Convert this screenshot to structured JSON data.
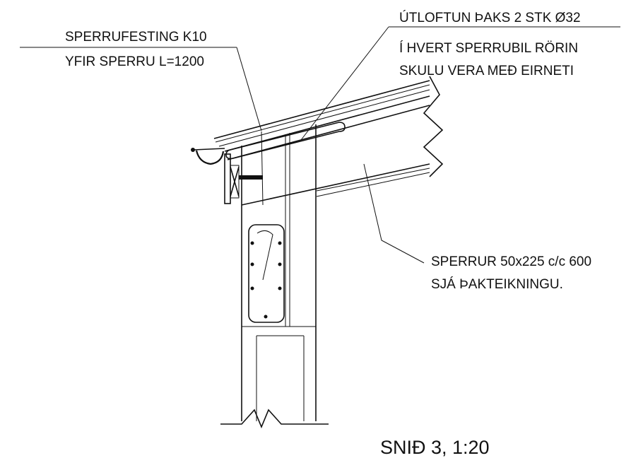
{
  "annotations": {
    "rafter_fastener": {
      "line1": "SPERRUFESTING K10",
      "line2": "YFIR SPERRU L=1200"
    },
    "roof_ventilation": {
      "line1": "ÚTLOFTUN ÞAKS 2 STK Ø32",
      "line2": "Í HVERT SPERRUBIL RÖRIN",
      "line3": "SKULU VERA MEÐ EIRNETI"
    },
    "rafters": {
      "line1": "SPERRUR 50x225 c/c 600",
      "line2": "SJÁ ÞAKTEIKNINGU."
    }
  },
  "section_title": "SNIÐ 3, 1:20",
  "colors": {
    "ink": "#111111",
    "background": "#ffffff"
  }
}
